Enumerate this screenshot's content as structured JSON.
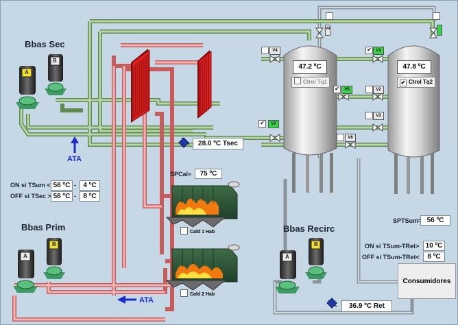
{
  "pumps": {
    "sec": {
      "title": "Bbas Sec",
      "a": "A",
      "b": "B"
    },
    "prim": {
      "title": "Bbas Prim",
      "a": "A",
      "b": "B"
    },
    "recirc": {
      "title": "Bbas Recirc",
      "a": "A",
      "b": "B"
    }
  },
  "ata_top": "ATA",
  "ata_bottom": "ATA",
  "tsec": "28.0 ºC Tsec",
  "tret": "36.9 ºC Ret",
  "spcal": {
    "label": "SPCal=",
    "value": "75 ºC"
  },
  "rules": {
    "on_label": "ON si TSum <",
    "on_v1": "56 ºC",
    "on_sep": "-",
    "on_v2": "4 ºC",
    "off_label": "OFF si TSec >",
    "off_v1": "56 ºC",
    "off_sep": "-",
    "off_v2": "8 ºC"
  },
  "boilers": {
    "cald1": "Cald 1 Hab",
    "cald2": "Cald 2 Hab"
  },
  "tanks": {
    "tq1": {
      "temp": "47.2 ºC",
      "ctrl": "Ctrol Tq1",
      "checked": false
    },
    "tq2": {
      "temp": "47.8 ºC",
      "ctrl": "Ctrol Tq2",
      "checked": true
    }
  },
  "valves": {
    "v4": "V4",
    "v1": "V1",
    "v5": "V5",
    "v2": "V2",
    "v6": "V6",
    "v3": "V3",
    "v7": "V7",
    "v8": "V8"
  },
  "spt": {
    "label": "SPTSum=",
    "value": "56 ºC"
  },
  "recirc_rules": {
    "on_label": "ON si TSum-TRet>",
    "on_value": "10 ºC",
    "off_label": "OFF si TSum-TRet<",
    "off_value": "8 ºC"
  },
  "consumers": "Consumidores",
  "colors": {
    "pipe_green": "#a9c99a",
    "pipe_green_dark": "#5e8a4f",
    "pipe_red": "#e8a9a9",
    "pipe_red_dark": "#c85b5b",
    "pipe_gray": "#aab3bb",
    "exch_red": "#d21f1f",
    "valve_on": "#3bd24b",
    "arrow_blue": "#1c2bd0"
  }
}
